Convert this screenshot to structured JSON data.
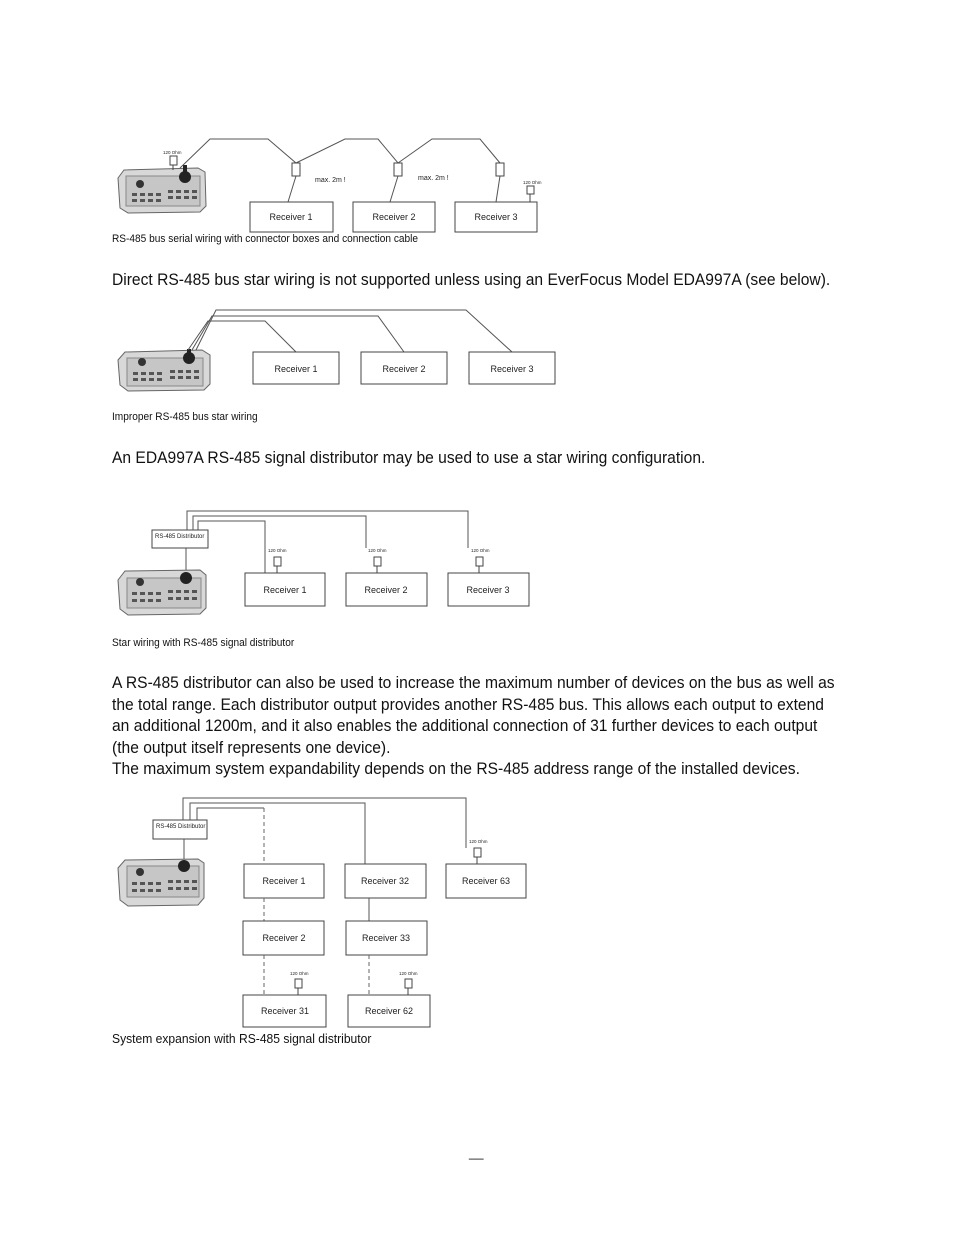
{
  "figure1": {
    "caption": "RS-485 bus serial wiring with connector boxes and connection cable",
    "resistor_label": "120 Ohm",
    "cable_note": "max. 2m !",
    "receivers": [
      "Receiver 1",
      "Receiver 2",
      "Receiver 3"
    ]
  },
  "paragraph1": "Direct RS-485 bus star wiring is not supported unless using an EverFocus Model EDA997A (see below).",
  "figure2": {
    "caption": "Improper RS-485 bus star wiring",
    "receivers": [
      "Receiver 1",
      "Receiver 2",
      "Receiver 3"
    ]
  },
  "paragraph2": "An EDA997A RS-485 signal distributor may be used to use a star wiring configuration.",
  "figure3": {
    "caption": "Star wiring with RS-485 signal distributor",
    "distributor_label": "RS-485 Distributor",
    "resistor_label": "120 Ohm",
    "receivers": [
      "Receiver 1",
      "Receiver 2",
      "Receiver 3"
    ]
  },
  "paragraph3": "A RS-485 distributor can also be used to increase the maximum number of devices on the bus as well as the total range. Each distributor output provides another RS-485 bus. This allows each output to extend an additional 1200m, and it also enables the additional connection of 31 further devices to each output (the output itself represents one device).",
  "paragraph4": "The maximum system expandability depends on the RS-485 address range of the installed devices.",
  "figure4": {
    "caption": "System expansion with RS-485 signal distributor",
    "distributor_label": "RS-485 Distributor",
    "resistor_label": "120 Ohm",
    "receivers": {
      "r1": "Receiver 1",
      "r2": "Receiver 2",
      "r31": "Receiver 31",
      "r32": "Receiver 32",
      "r33": "Receiver 33",
      "r62": "Receiver 62",
      "r63": "Receiver 63"
    }
  },
  "page_number": "__"
}
